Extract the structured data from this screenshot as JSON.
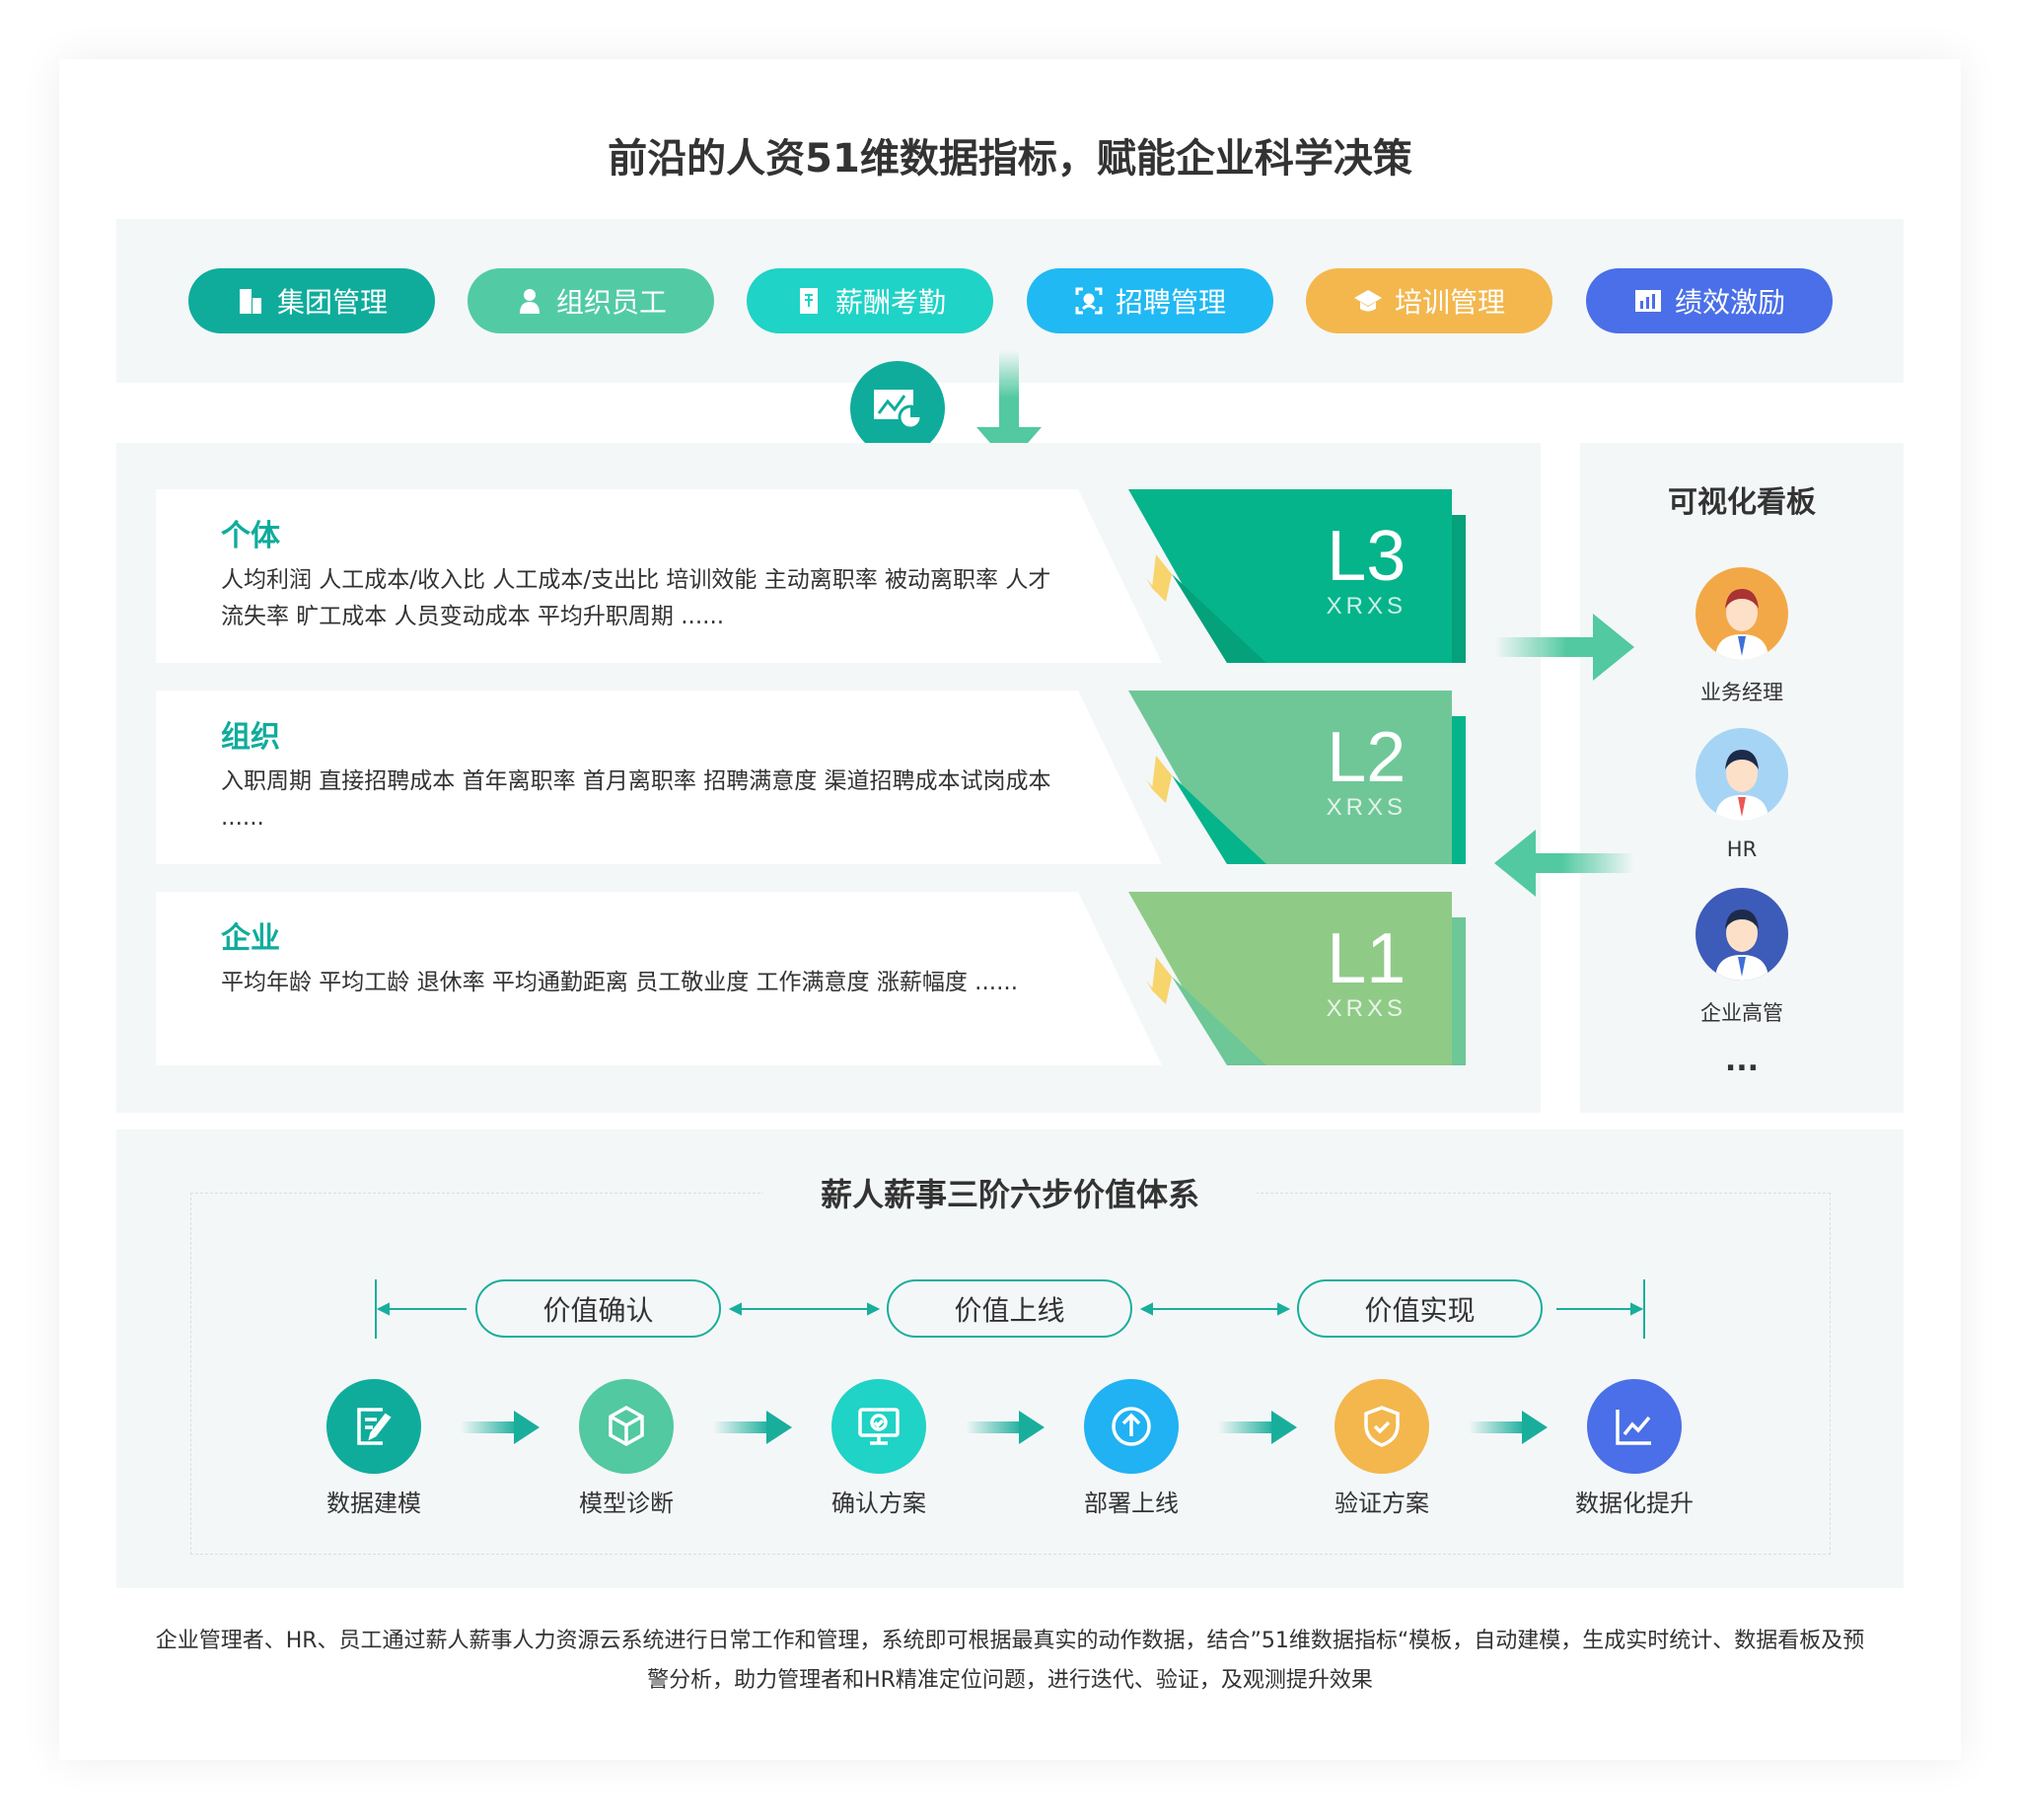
{
  "title": "前沿的人资51维数据指标，赋能企业科学决策",
  "modules": [
    {
      "label": "集团管理",
      "icon": "building-icon",
      "color": "#0fac9c"
    },
    {
      "label": "组织员工",
      "icon": "person-icon",
      "color": "#52cba5"
    },
    {
      "label": "薪酬考勤",
      "icon": "payroll-icon",
      "color": "#1fd3c6"
    },
    {
      "label": "招聘管理",
      "icon": "scan-person-icon",
      "color": "#20b9f3"
    },
    {
      "label": "培训管理",
      "icon": "graduation-cap-icon",
      "color": "#f3b74e"
    },
    {
      "label": "绩效激励",
      "icon": "bar-chart-icon",
      "color": "#4a6fe8"
    }
  ],
  "levels": [
    {
      "heading": "个体",
      "text": "人均利润 人工成本/收入比 人工成本/支出比  培训效能 主动离职率 被动离职率 人才流失率 旷工成本 人员变动成本 平均升职周期 ......",
      "level": "L3",
      "brand": "XRXS",
      "color": "#05b48b",
      "dark": "#04a17b"
    },
    {
      "heading": "组织",
      "text": "入职周期 直接招聘成本 首年离职率 首月离职率 招聘满意度 渠道招聘成本试岗成本 ......",
      "level": "L2",
      "brand": "XRXS",
      "color": "#6fc797",
      "dark": "#05b48b"
    },
    {
      "heading": "企业",
      "text": "平均年龄 平均工龄 退休率 平均通勤距离 员工敬业度 工作满意度 涨薪幅度 ......",
      "level": "L1",
      "brand": "XRXS",
      "color": "#8fcb87",
      "dark": "#6dc797"
    }
  ],
  "dashboard": {
    "title": "可视化看板",
    "roles": [
      "业务经理",
      "HR",
      "企业高管"
    ],
    "more": "..."
  },
  "value_system": {
    "title": "薪人薪事三阶六步价值体系",
    "phases": [
      "价值确认",
      "价值上线",
      "价值实现"
    ],
    "steps": [
      {
        "label": "数据建模",
        "icon": "edit-document-icon",
        "color": "#0fac9c"
      },
      {
        "label": "模型诊断",
        "icon": "cube-icon",
        "color": "#52c9a0"
      },
      {
        "label": "确认方案",
        "icon": "monitor-check-icon",
        "color": "#1fd3c6"
      },
      {
        "label": "部署上线",
        "icon": "upload-arrow-icon",
        "color": "#20b2f3"
      },
      {
        "label": "验证方案",
        "icon": "shield-check-icon",
        "color": "#f3b74e"
      },
      {
        "label": "数据化提升",
        "icon": "line-chart-icon",
        "color": "#4a6fe8"
      }
    ]
  },
  "footer": "企业管理者、HR、员工通过薪人薪事人力资源云系统进行日常工作和管理，系统即可根据最真实的动作数据，结合”51维数据指标“模板，自动建模，生成实时统计、数据看板及预警分析，助力管理者和HR精准定位问题，进行迭代、验证，及观测提升效果"
}
